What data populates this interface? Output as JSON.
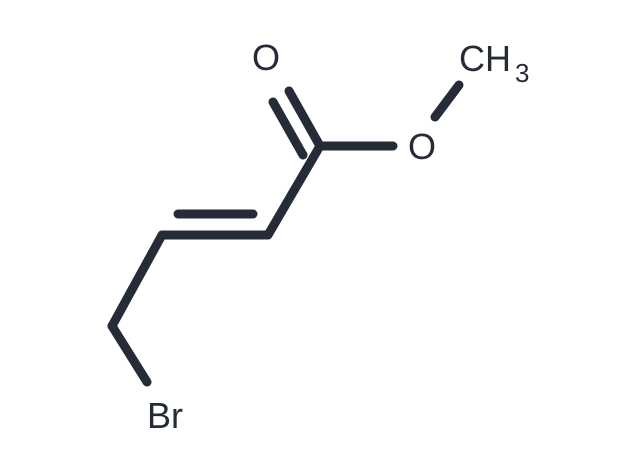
{
  "molecule": {
    "line_color": "#262b38",
    "atoms": {
      "carbonyl_oxygen": "O",
      "ester_oxygen": "O",
      "methyl_c": "CH",
      "methyl_sub": "3",
      "bromine": "Br"
    }
  }
}
